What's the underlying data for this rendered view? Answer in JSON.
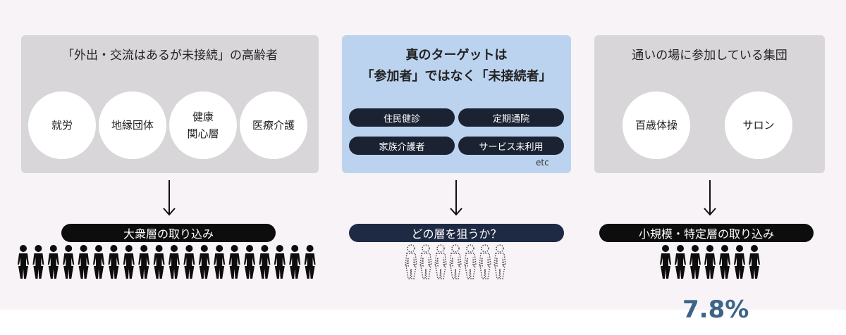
{
  "left": {
    "title": "「外出・交流はあるが未接続」の高齢者",
    "circles": [
      "就労",
      "地縁団体",
      "健康\n関心層",
      "医療介護"
    ],
    "banner": "大衆層の取り込み",
    "people_count": 20
  },
  "center": {
    "title_line1": "真のターゲットは",
    "title_line2": "「参加者」ではなく「未接続者」",
    "pills": [
      "住民健診",
      "定期通院",
      "家族介護者",
      "サービス未利用"
    ],
    "etc": "etc",
    "banner": "どの層を狙うか？",
    "people_count": 7
  },
  "right": {
    "title": "通いの場に参加している集団",
    "circles": [
      "百歳体操",
      "サロン"
    ],
    "banner": "小規模・特定層の取り込み",
    "people_count": 7,
    "percentage": "7.8%"
  },
  "colors": {
    "panel_gray": "#d9d6d9",
    "panel_blue": "#bcd3ef",
    "banner_black": "#0d0d0d",
    "banner_navy": "#1e2a44",
    "percentage": "#3c6488"
  }
}
